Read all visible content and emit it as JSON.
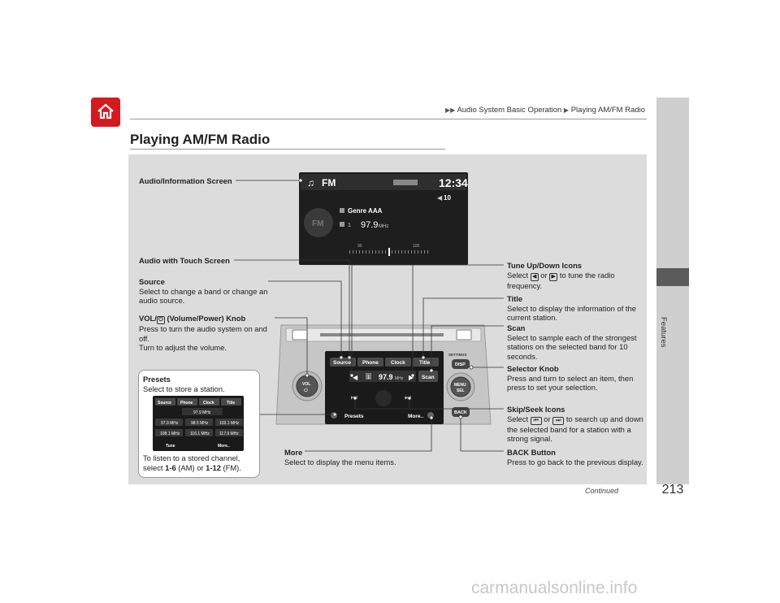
{
  "breadcrumb": {
    "items": [
      "Audio System Basic Operation",
      "Playing AM/FM Radio"
    ]
  },
  "side_label": "Features",
  "page_number": "213",
  "continued": "Continued",
  "title": "Playing AM/FM Radio",
  "colors": {
    "accent": "#d41a1f",
    "panel": "#dcdcdc",
    "rule": "#9a9a9a"
  },
  "callouts": {
    "audio_info_screen": "Audio/Information Screen",
    "audio_touch_screen": "Audio with Touch Screen",
    "source": {
      "title": "Source",
      "desc": "Select to change a band or change an audio source."
    },
    "vol": {
      "title_before": "VOL/",
      "title_after": " (Volume/Power) Knob",
      "desc1": "Press to turn the audio system on and off.",
      "desc2": "Turn to adjust the volume."
    },
    "presets": {
      "title": "Presets",
      "desc": "Select to store a station.",
      "note_before": "To listen to a stored channel, select ",
      "am": "1-6",
      "mid": " (AM) or ",
      "fm": "1-12",
      "after": " (FM)."
    },
    "tune": {
      "title": "Tune Up/Down Icons",
      "desc_a": "Select",
      "desc_or": "or",
      "desc_b": "to tune the radio frequency."
    },
    "title_icon": {
      "title": "Title",
      "desc": "Select to display the information of the current station."
    },
    "scan": {
      "title": "Scan",
      "desc": "Select to sample each of the strongest stations on the selected band for 10 seconds."
    },
    "selector": {
      "title": "Selector Knob",
      "desc": "Press and turn to select an item, then press to set your selection."
    },
    "skip": {
      "title": "Skip/Seek Icons",
      "desc_a": "Select",
      "desc_or": "or",
      "desc_b": "to search up and down the selected band for a station with a strong signal."
    },
    "more": {
      "title": "More",
      "desc": "Select to display the menu items."
    },
    "back": {
      "title": "BACK Button",
      "desc": "Press to go back to the previous display."
    }
  },
  "upper_screen": {
    "band": "FM",
    "clock": "12:34",
    "volume": "10",
    "genre": "Genre AAA",
    "preset": "1",
    "frequency": "97.9",
    "unit": "MHz",
    "scale_low": "90",
    "scale_high": "100"
  },
  "touch_screen": {
    "tabs": [
      "Source",
      "Phone",
      "Clock",
      "Title"
    ],
    "preset": "1",
    "frequency": "97.9",
    "unit": "MHz",
    "scan": "Scan",
    "presets_label": "Presets",
    "more_label": "More..",
    "settings": "SETTINGS",
    "disp": "DISP",
    "menu": "MENU",
    "sel": "SEL",
    "back": "BACK",
    "vol": "VOL"
  },
  "presets_screen": {
    "tabs": [
      "Source",
      "Phone",
      "Clock",
      "Title"
    ],
    "frequency": "97.9 MHz",
    "stations": [
      "97.9 MHz",
      "98.5 MHz",
      "103.1 MHz",
      "108.1 MHz",
      "116.1 MHz",
      "117.9 MHz"
    ],
    "tune": "Tune",
    "more": "More.."
  },
  "watermark": "carmanualsonline.info"
}
